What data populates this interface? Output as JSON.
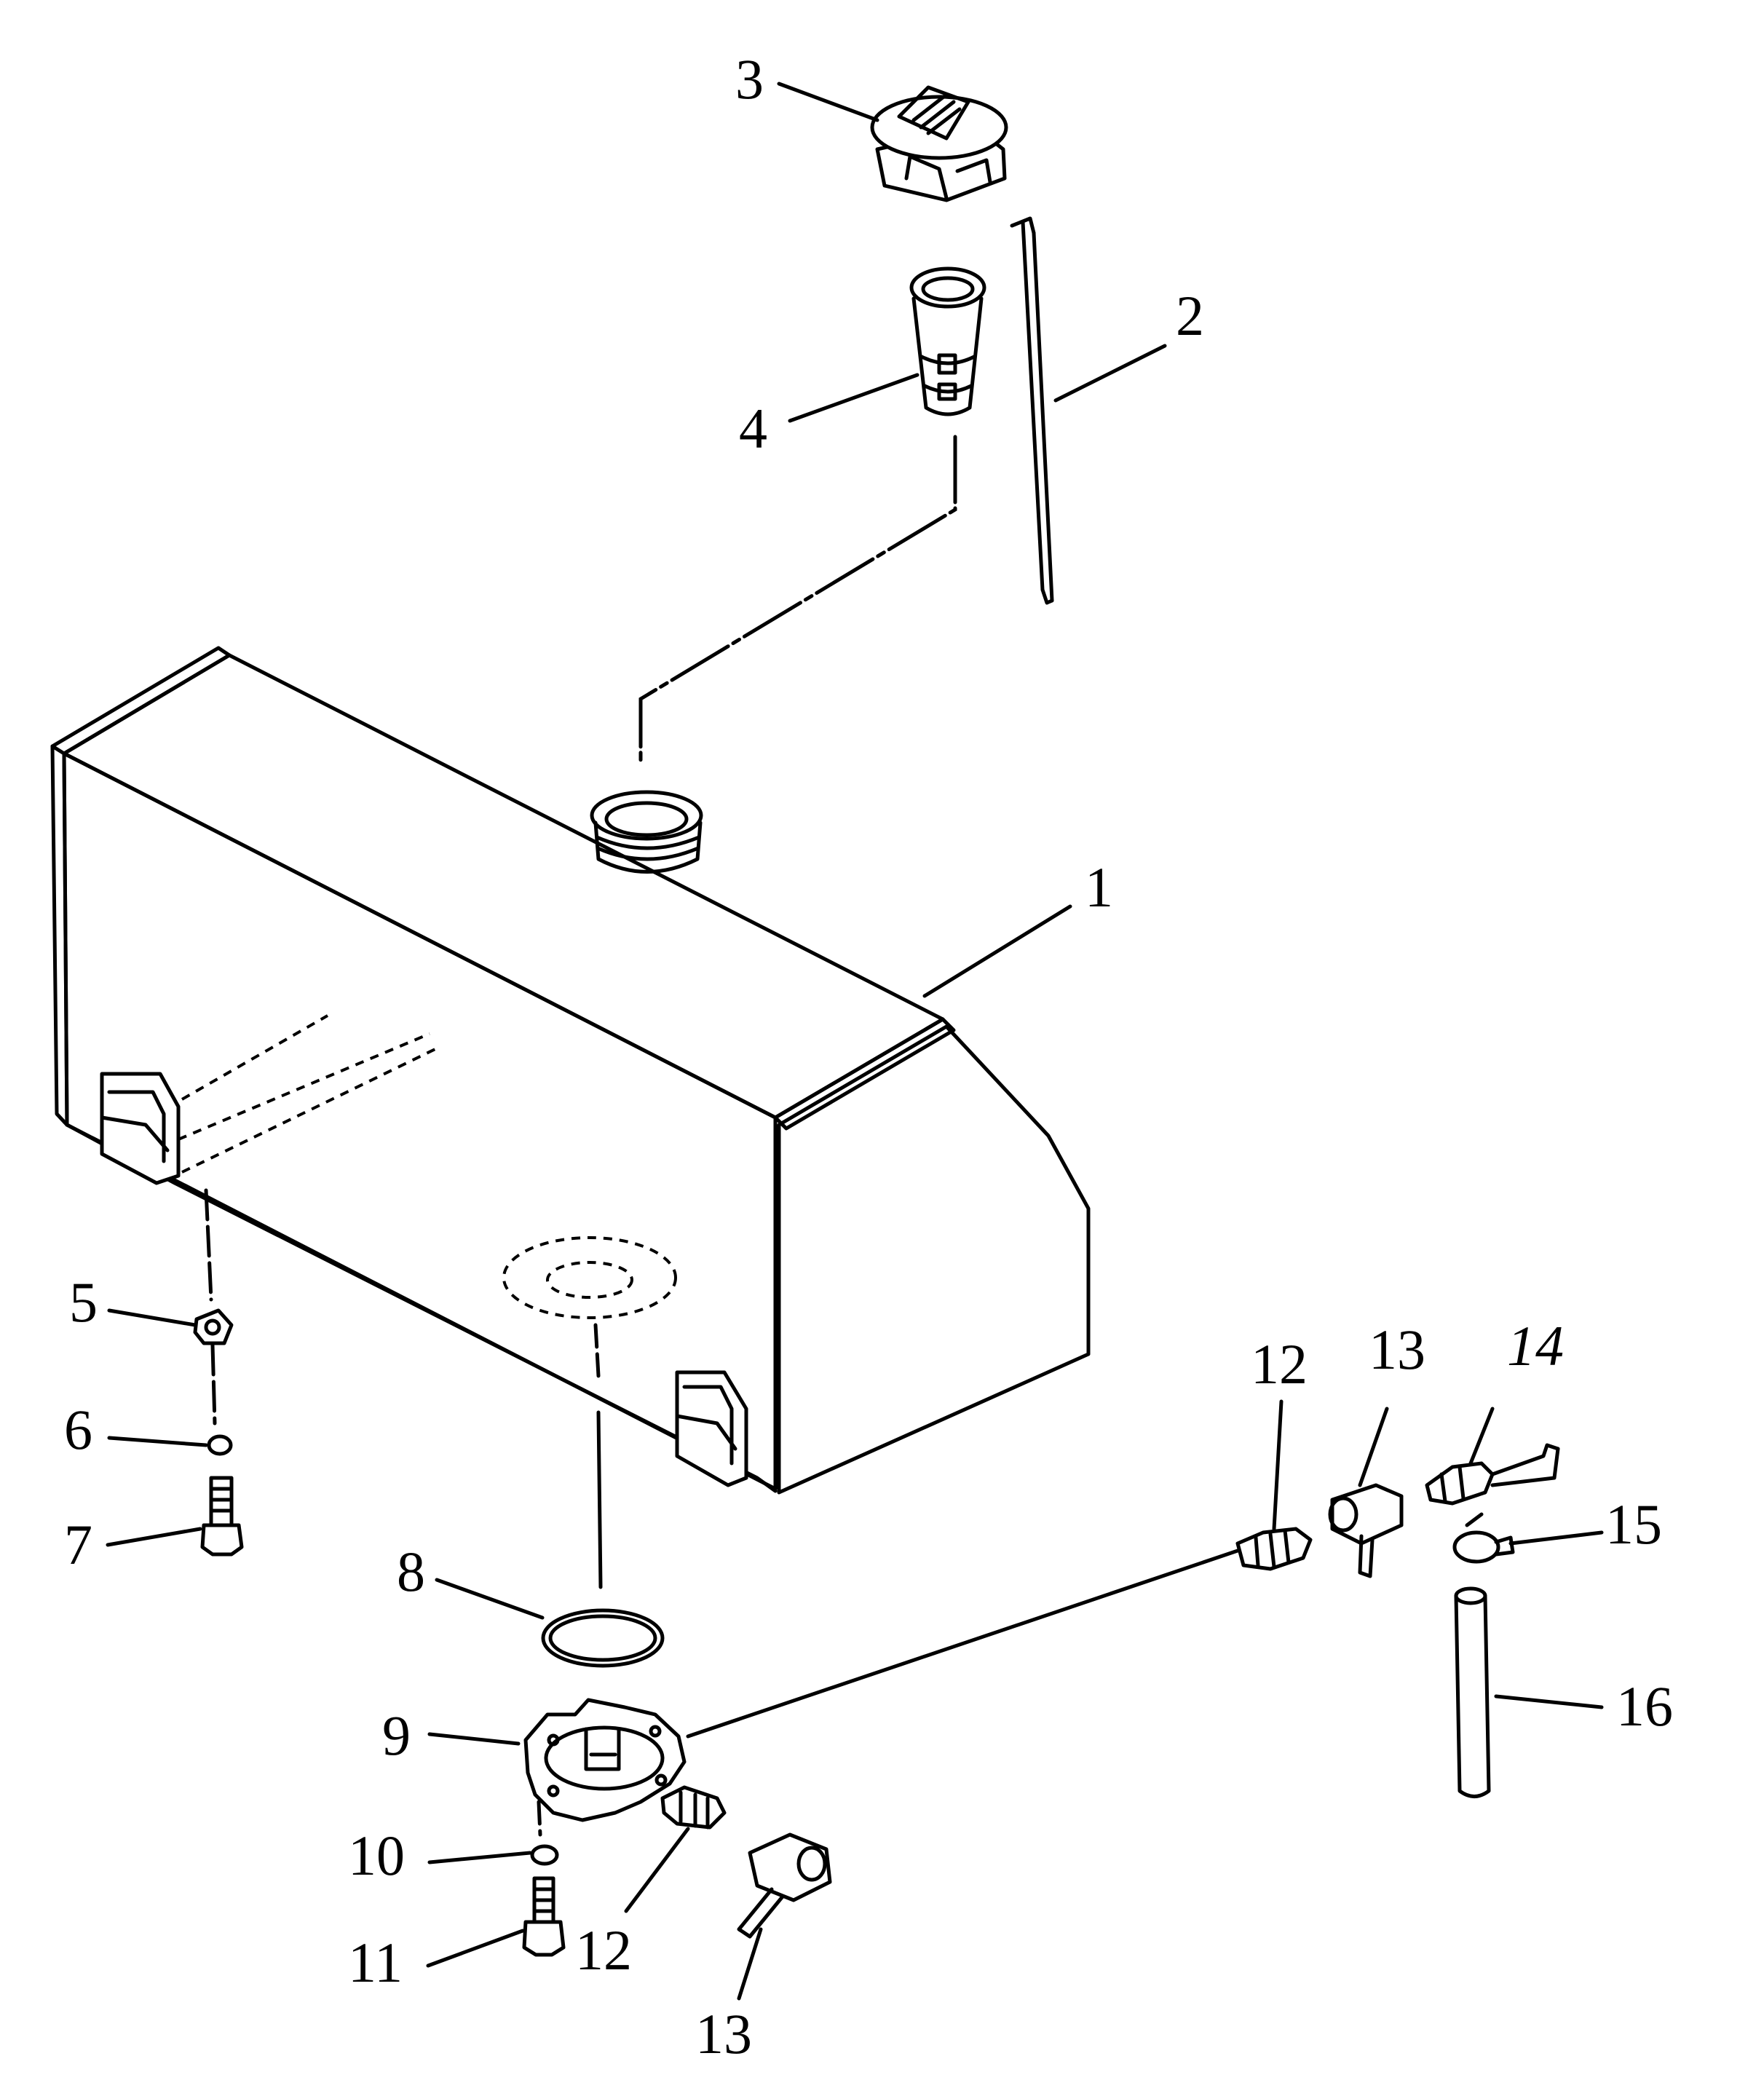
{
  "callouts": [
    {
      "id": "1",
      "label": "1"
    },
    {
      "id": "2",
      "label": "2"
    },
    {
      "id": "3",
      "label": "3"
    },
    {
      "id": "4",
      "label": "4"
    },
    {
      "id": "5",
      "label": "5"
    },
    {
      "id": "6",
      "label": "6"
    },
    {
      "id": "7",
      "label": "7"
    },
    {
      "id": "8",
      "label": "8"
    },
    {
      "id": "9",
      "label": "9"
    },
    {
      "id": "10",
      "label": "10"
    },
    {
      "id": "11",
      "label": "11"
    },
    {
      "id": "12a",
      "label": "12"
    },
    {
      "id": "12b",
      "label": "12"
    },
    {
      "id": "13a",
      "label": "13"
    },
    {
      "id": "13b",
      "label": "13"
    },
    {
      "id": "14",
      "label": "14"
    },
    {
      "id": "15",
      "label": "15"
    },
    {
      "id": "16",
      "label": "16"
    }
  ]
}
